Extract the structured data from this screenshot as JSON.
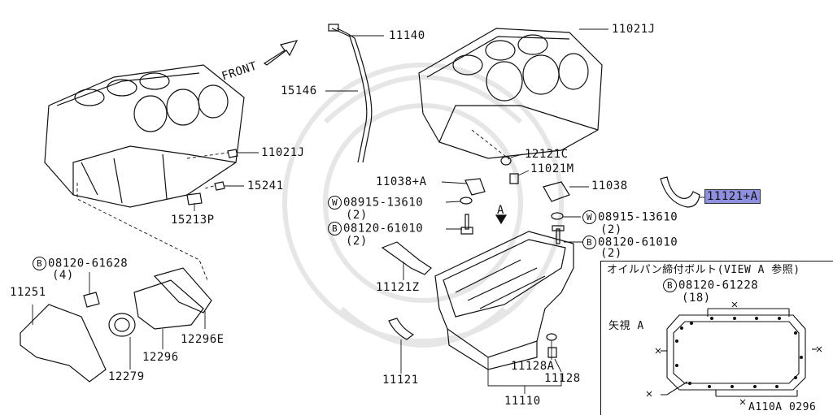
{
  "diagram": {
    "front_label": "FRONT",
    "view_arrow_label": "A",
    "labels": {
      "p11140": "11140",
      "p11021j_top": "11021J",
      "p15146": "15146",
      "p11021j_left": "11021J",
      "p15241": "15241",
      "p15213p": "15213P",
      "p12121c": "12121C",
      "p11021m": "11021M",
      "p11038a": "11038+A",
      "p11038": "11038",
      "p11121a": "11121+A",
      "w_left": "08915-13610",
      "w_left_qty": "(2)",
      "b_left": "08120-61010",
      "b_left_qty": "(2)",
      "w_right": "08915-13610",
      "w_right_qty": "(2)",
      "b_right": "08120-61010",
      "b_right_qty": "(2)",
      "b_rear": "08120-61628",
      "b_rear_qty": "(4)",
      "p11251": "11251",
      "p11121z": "11121Z",
      "p12296e": "12296E",
      "p12296": "12296",
      "p12279": "12279",
      "p11121": "11121",
      "p11128a": "11128A",
      "p11128": "11128",
      "p11110": "11110"
    },
    "prefix_w": "W",
    "prefix_b": "B",
    "view_box": {
      "title": "オイルパン締付ボルト(VIEW A 参照)",
      "bolt": "08120-61228",
      "bolt_qty": "(18)",
      "view_label": "矢視 A",
      "ref_code": "A110A 0296"
    }
  }
}
